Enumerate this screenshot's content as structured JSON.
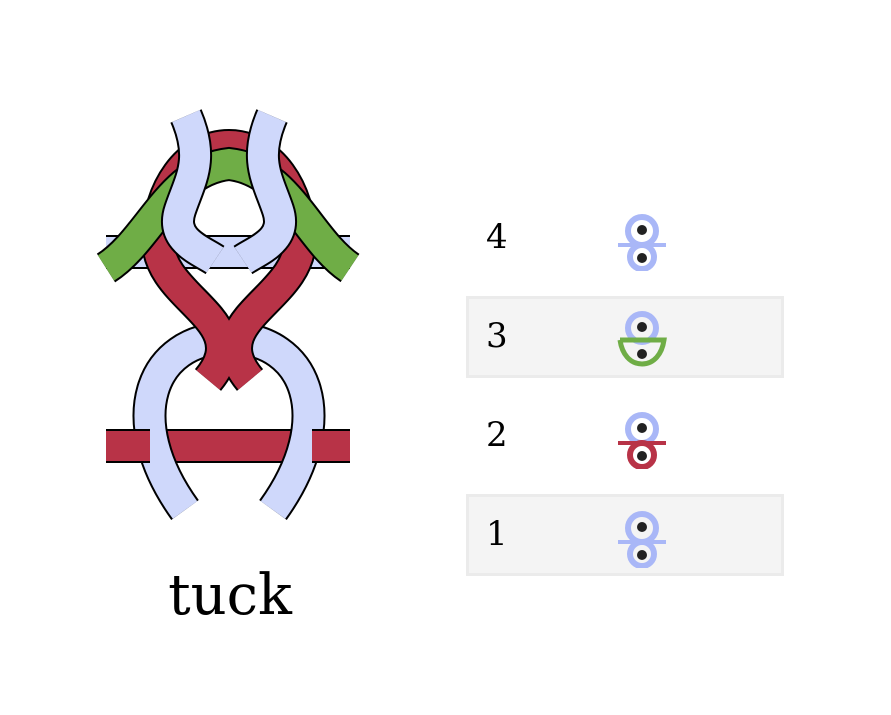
{
  "diagram": {
    "caption": "tuck",
    "colors": {
      "blue_yarn": "#cfd8fb",
      "red_yarn": "#b83347",
      "green_yarn": "#6fad46",
      "outline": "#000000",
      "row_shading": "#f4f4f4",
      "icon_blue": "#a9b7f7"
    }
  },
  "rows": [
    {
      "number": "4",
      "icon": "knit-stitch-icon",
      "shaded": false
    },
    {
      "number": "3",
      "icon": "tuck-stitch-icon",
      "shaded": true
    },
    {
      "number": "2",
      "icon": "knit-stitch-icon",
      "shaded": false
    },
    {
      "number": "1",
      "icon": "knit-stitch-icon",
      "shaded": true
    }
  ]
}
